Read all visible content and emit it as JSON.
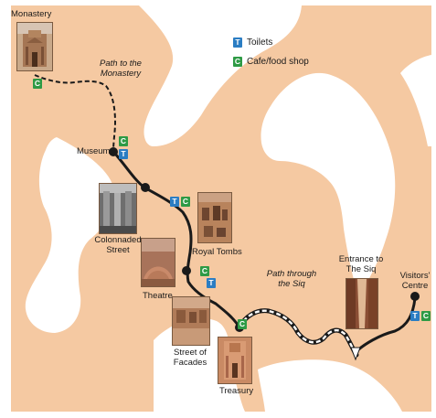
{
  "colors": {
    "land": "#f5c9a2",
    "background": "#ffffff",
    "route": "#1a1a1a",
    "toilet_badge": "#2b7dc3",
    "cafe_badge": "#2e9a45"
  },
  "legend": {
    "toilets_symbol": "T",
    "toilets_label": "Toilets",
    "cafe_symbol": "C",
    "cafe_label": "Cafe/food shop"
  },
  "paths": {
    "monastery_path": {
      "label_line1": "Path to the",
      "label_line2": "Monastery",
      "style": "dashed"
    },
    "siq_path": {
      "label_line1": "Path through",
      "label_line2": "the Siq",
      "style": "dashed-white-outline"
    },
    "main_route": {
      "style": "solid"
    }
  },
  "places": {
    "monastery": {
      "label": "Monastery",
      "photo_icon": "monastery-photo"
    },
    "museum": {
      "label": "Museum"
    },
    "colonnaded_street": {
      "label_line1": "Colonnaded",
      "label_line2": "Street",
      "photo_icon": "colonnaded-street-photo"
    },
    "royal_tombs": {
      "label": "Royal Tombs",
      "photo_icon": "royal-tombs-photo"
    },
    "theatre": {
      "label": "Theatre",
      "photo_icon": "theatre-photo"
    },
    "street_of_facades": {
      "label_line1": "Street of",
      "label_line2": "Facades",
      "photo_icon": "street-of-facades-photo"
    },
    "treasury": {
      "label": "Treasury",
      "photo_icon": "treasury-photo"
    },
    "entrance_siq": {
      "label_line1": "Entrance to",
      "label_line2": "The Siq",
      "photo_icon": "siq-entrance-photo"
    },
    "visitors_centre": {
      "label_line1": "Visitors'",
      "label_line2": "Centre"
    }
  },
  "facility_badges": {
    "monastery": [
      "C"
    ],
    "museum": [
      "C",
      "T"
    ],
    "royal_tombs_junction": [
      "T",
      "C"
    ],
    "theatre": [
      "C",
      "T"
    ],
    "treasury": [
      "C"
    ],
    "visitors_centre": [
      "T",
      "C"
    ]
  }
}
